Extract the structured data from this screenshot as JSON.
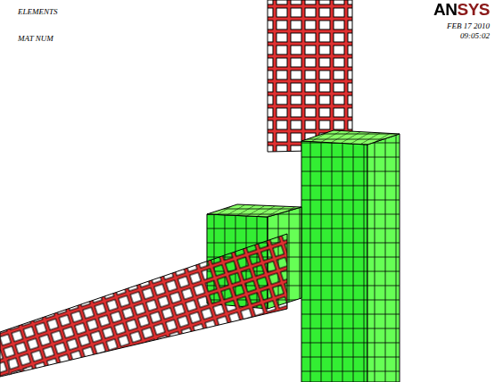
{
  "diagram": {
    "labels": [
      "ELEMENTS",
      "MAT NUM",
      "ANSYS",
      "FEB 17 2010",
      "09:05:02"
    ]
  }
}
